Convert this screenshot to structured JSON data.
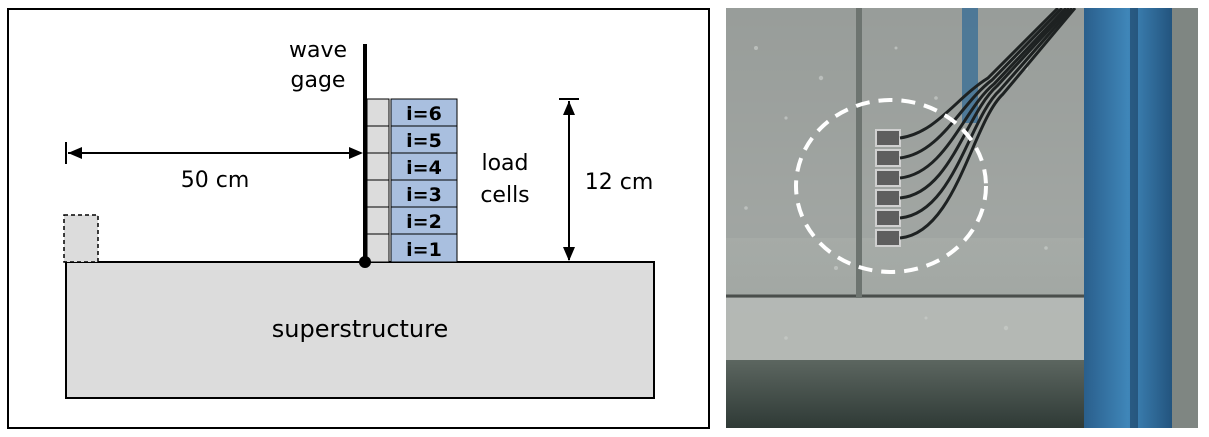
{
  "diagram": {
    "wave_gage_label": [
      "wave",
      "gage"
    ],
    "distance_label": "50 cm",
    "load_cells_label": [
      "load",
      "cells"
    ],
    "height_label": "12 cm",
    "superstructure_label": "superstructure",
    "cells": [
      "i=6",
      "i=5",
      "i=4",
      "i=3",
      "i=2",
      "i=1"
    ]
  },
  "photo": {
    "description_tags": [
      "load-cell-array",
      "lab-flume-wall",
      "sensor-cables",
      "highlight-circle"
    ]
  }
}
